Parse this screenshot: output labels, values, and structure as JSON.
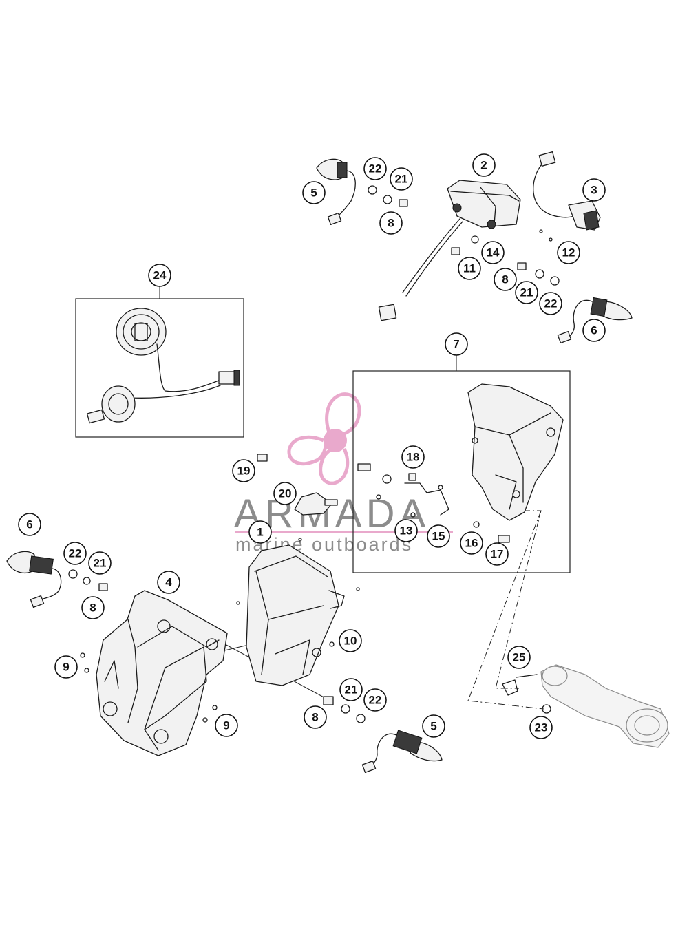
{
  "watermark": {
    "brand": "ARMADA",
    "tagline": "marine outboards",
    "color_petal": "#e9a9cc",
    "color_hub": "#e9a9cc",
    "color_text": "#8c8c8c"
  },
  "callouts": [
    {
      "id": "c1",
      "label": "1"
    },
    {
      "id": "c2",
      "label": "2"
    },
    {
      "id": "c3",
      "label": "3"
    },
    {
      "id": "c4",
      "label": "4"
    },
    {
      "id": "c5a",
      "label": "5"
    },
    {
      "id": "c5b",
      "label": "5"
    },
    {
      "id": "c6a",
      "label": "6"
    },
    {
      "id": "c6b",
      "label": "6"
    },
    {
      "id": "c7",
      "label": "7"
    },
    {
      "id": "c8a",
      "label": "8"
    },
    {
      "id": "c8b",
      "label": "8"
    },
    {
      "id": "c8c",
      "label": "8"
    },
    {
      "id": "c8d",
      "label": "8"
    },
    {
      "id": "c9a",
      "label": "9"
    },
    {
      "id": "c9b",
      "label": "9"
    },
    {
      "id": "c10",
      "label": "10"
    },
    {
      "id": "c11",
      "label": "11"
    },
    {
      "id": "c12",
      "label": "12"
    },
    {
      "id": "c13",
      "label": "13"
    },
    {
      "id": "c14",
      "label": "14"
    },
    {
      "id": "c15",
      "label": "15"
    },
    {
      "id": "c16",
      "label": "16"
    },
    {
      "id": "c17",
      "label": "17"
    },
    {
      "id": "c18",
      "label": "18"
    },
    {
      "id": "c19",
      "label": "19"
    },
    {
      "id": "c20",
      "label": "20"
    },
    {
      "id": "c21a",
      "label": "21"
    },
    {
      "id": "c21b",
      "label": "21"
    },
    {
      "id": "c21c",
      "label": "21"
    },
    {
      "id": "c21d",
      "label": "21"
    },
    {
      "id": "c22a",
      "label": "22"
    },
    {
      "id": "c22b",
      "label": "22"
    },
    {
      "id": "c22c",
      "label": "22"
    },
    {
      "id": "c22d",
      "label": "22"
    },
    {
      "id": "c23",
      "label": "23"
    },
    {
      "id": "c24",
      "label": "24"
    },
    {
      "id": "c25",
      "label": "25"
    }
  ]
}
